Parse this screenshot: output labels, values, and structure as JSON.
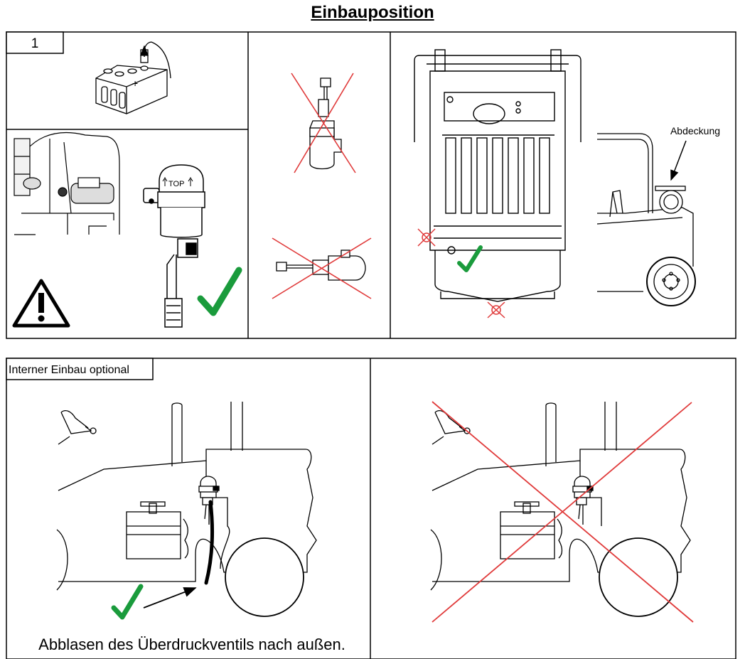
{
  "title": "Einbauposition",
  "top_panel": {
    "step_number": "1",
    "top_label": "TOP",
    "cover_label": "Abdeckung"
  },
  "bottom_panel": {
    "label": "Interner Einbau optional",
    "caption": "Abblasen des Überdruckventils nach außen."
  },
  "colors": {
    "check": "#1a9b3c",
    "cross": "#e03a3a",
    "line": "#000000"
  }
}
